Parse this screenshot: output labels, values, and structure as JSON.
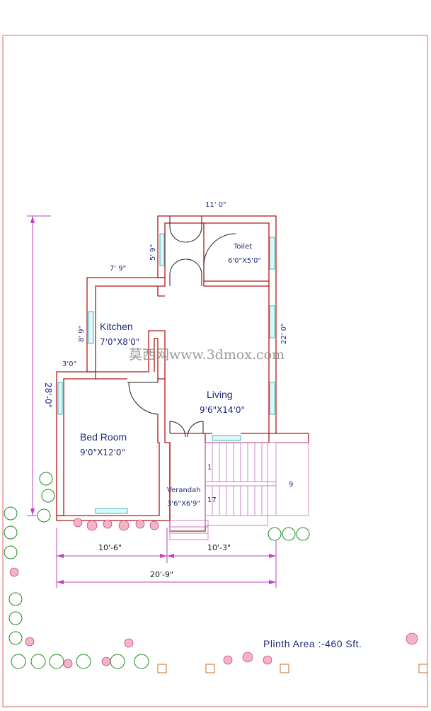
{
  "rooms": {
    "toilet": {
      "name": "Toilet",
      "size": "6'0\"X5'0\""
    },
    "kitchen": {
      "name": "Kitchen",
      "size": "7'0\"X8'0\""
    },
    "living": {
      "name": "Living",
      "size": "9'6\"X14'0\""
    },
    "bedroom": {
      "name": "Bed Room",
      "size": "9'0\"X12'0\""
    },
    "verandah": {
      "name": "Verandah",
      "size": "3'6\"X6'9\""
    }
  },
  "dimensions": {
    "top": "11' 0\"",
    "toilet_left": "5' 9\"",
    "kitchen_top": "7' 9\"",
    "kitchen_left": "8' 9\"",
    "living_right": "22' 0\"",
    "bedroom_step": "3'0\"",
    "overall_height": "28'-0\"",
    "bottom_left": "10'-6\"",
    "bottom_right": "10'-3\"",
    "bottom_total": "20'-9\""
  },
  "stairs": {
    "first": "1",
    "last": "17",
    "side": "9"
  },
  "plinth_area": "Plinth Area :-460 Sft.",
  "watermark": "莫西网www.3dmox.com",
  "colors": {
    "walls": "#b01818",
    "windows": "#3cb8c0",
    "dimension_lines": "#c040c0",
    "labels": "#1e2a78",
    "plants": "#1c8a1c",
    "flowers": "#f3b3c8"
  }
}
